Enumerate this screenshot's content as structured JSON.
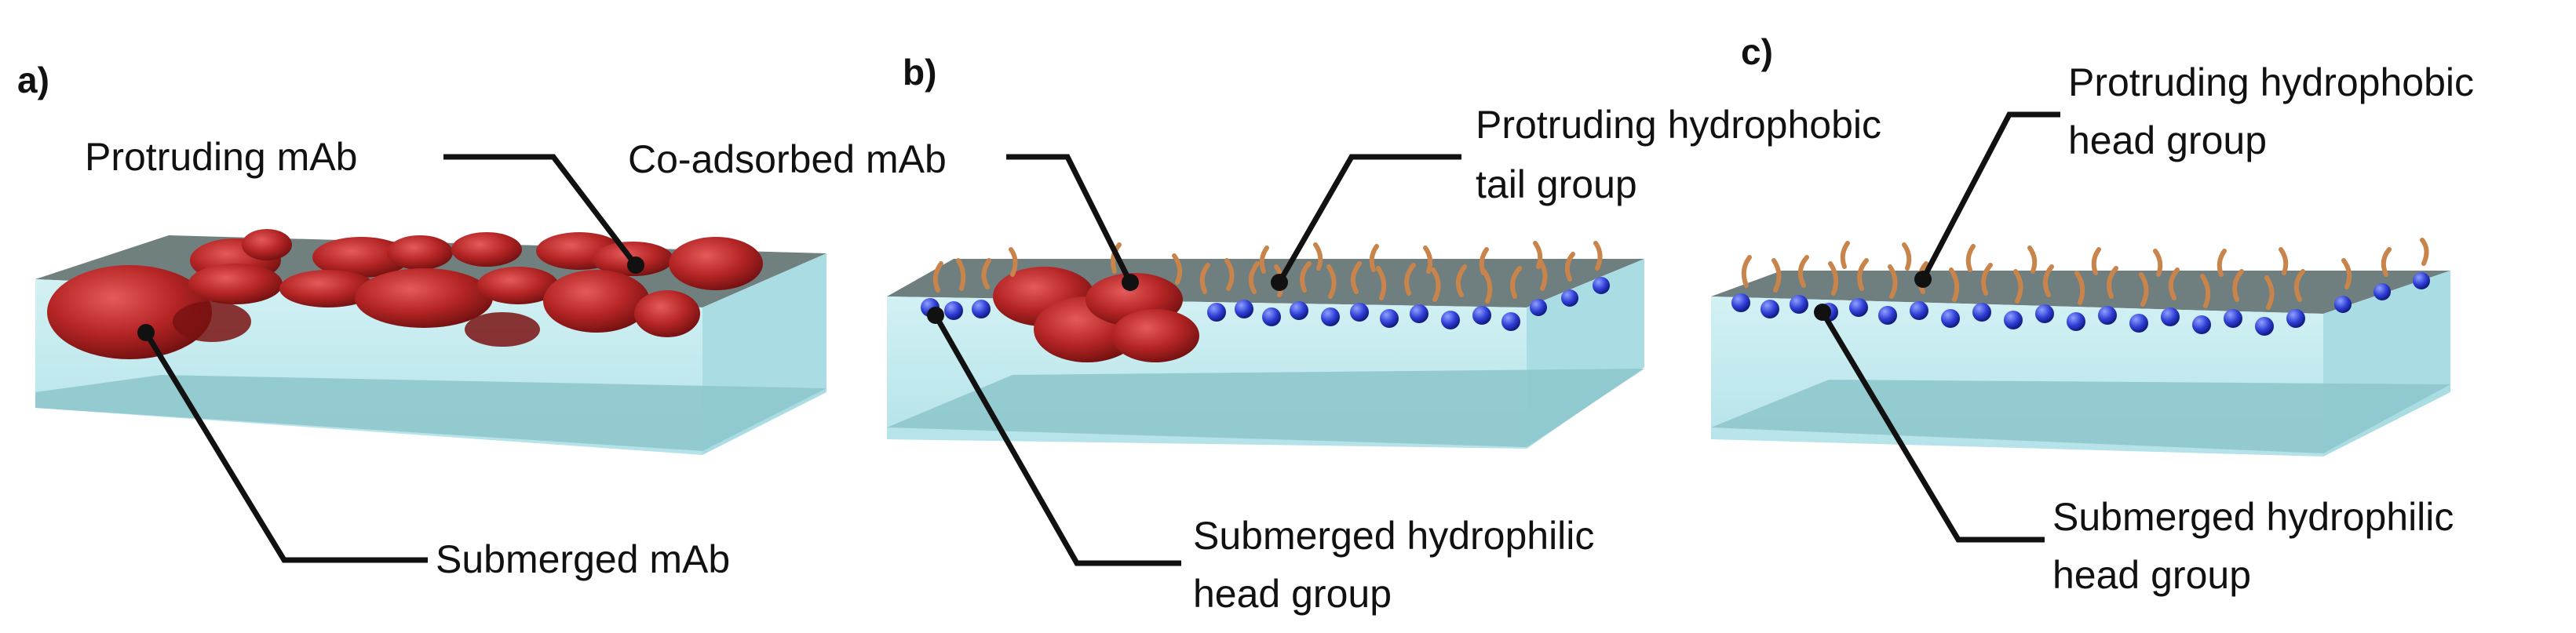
{
  "panels": [
    {
      "id": "a",
      "label": "a)",
      "callouts": {
        "top": "Protruding mAb",
        "bottom": "Submerged mAb"
      }
    },
    {
      "id": "b",
      "label": "b)",
      "callouts": {
        "left_top": "Co-adsorbed mAb",
        "right_top_line1": "Protruding hydrophobic",
        "right_top_line2": "tail group",
        "bottom_line1": "Submerged hydrophilic",
        "bottom_line2": "head group"
      }
    },
    {
      "id": "c",
      "label": "c)",
      "callouts": {
        "top_line1": "Protruding hydrophobic",
        "top_line2": "head group",
        "bottom_line1": "Submerged hydrophilic",
        "bottom_line2": "head group"
      }
    }
  ],
  "colors": {
    "water": "#bfe9ee",
    "water_side": "#a8dde4",
    "water_floor": "#8fc7cc",
    "surface": "#6f7e7f",
    "mab": "#b52525",
    "mab_dark": "#6e0f0f",
    "head_group": "#2f3fd6",
    "tail_group": "#c8844a",
    "leader": "#111111"
  }
}
